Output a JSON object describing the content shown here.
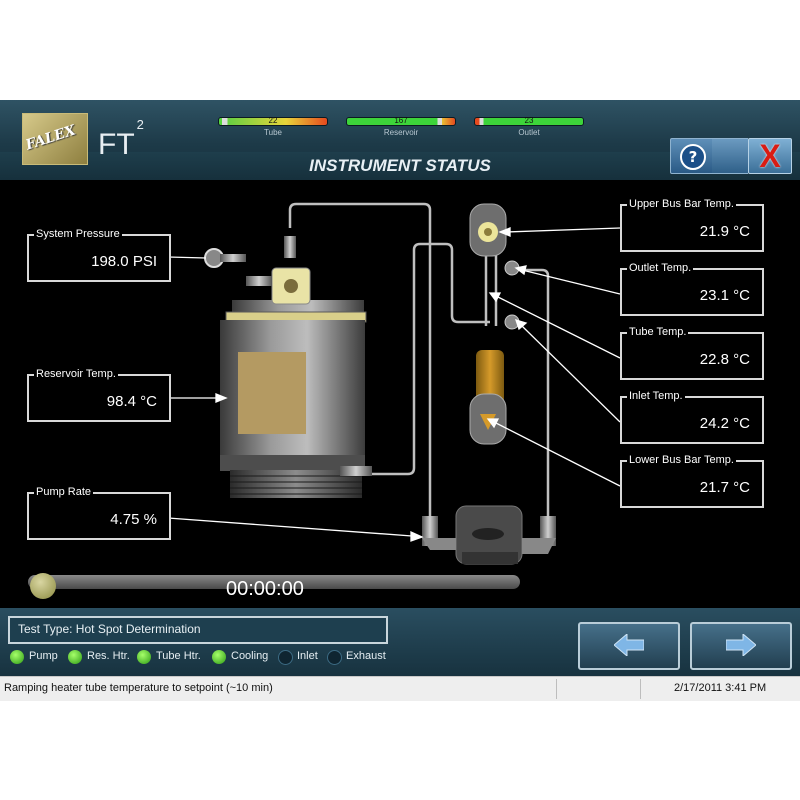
{
  "header": {
    "logo_text": "FALEX",
    "app_name": "FT",
    "app_superscript": "2",
    "screen_title": "INSTRUMENT STATUS",
    "gauges": [
      {
        "label": "Tube",
        "value": "22",
        "level": 0.1
      },
      {
        "label": "Reservoir",
        "value": "167",
        "level": 0.85
      },
      {
        "label": "Outlet",
        "value": "23",
        "level": 0.1
      }
    ],
    "help_icon": "help-icon",
    "close_icon": "close-icon",
    "close_glyph": "X",
    "help_glyph": "?"
  },
  "readouts": {
    "system_pressure": {
      "label": "System Pressure",
      "value": "198.0 PSI"
    },
    "reservoir_temp": {
      "label": "Reservoir Temp.",
      "value": "98.4 °C"
    },
    "pump_rate": {
      "label": "Pump Rate",
      "value": "4.75 %"
    },
    "upper_bus_bar_temp": {
      "label": "Upper Bus Bar Temp.",
      "value": "21.9 °C"
    },
    "outlet_temp": {
      "label": "Outlet Temp.",
      "value": "23.1 °C"
    },
    "tube_temp": {
      "label": "Tube Temp.",
      "value": "22.8 °C"
    },
    "inlet_temp": {
      "label": "Inlet Temp.",
      "value": "24.2 °C"
    },
    "lower_bus_bar_temp": {
      "label": "Lower Bus Bar Temp.",
      "value": "21.7 °C"
    }
  },
  "progress": {
    "elapsed": "00:00:00",
    "fraction": 0
  },
  "footer": {
    "test_type": "Test Type: Hot Spot Determination",
    "indicators": [
      {
        "label": "Pump",
        "on": true
      },
      {
        "label": "Res. Htr.",
        "on": true
      },
      {
        "label": "Tube Htr.",
        "on": true
      },
      {
        "label": "Cooling",
        "on": true
      },
      {
        "label": "Inlet",
        "on": false
      },
      {
        "label": "Exhaust",
        "on": false
      }
    ],
    "back_icon": "arrow-left-icon",
    "forward_icon": "arrow-right-icon"
  },
  "statusbar": {
    "message": "Ramping heater tube temperature to setpoint (~10 min)",
    "datetime": "2/17/2011 3:41 PM"
  },
  "colors": {
    "header": "#1d3a48",
    "indicator_on": "#3cc21e",
    "close_red": "#d91c14"
  }
}
